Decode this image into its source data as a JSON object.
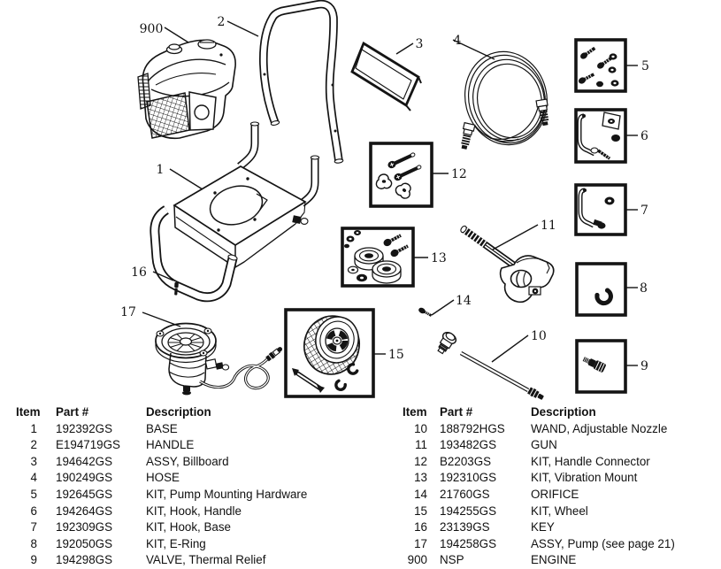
{
  "diagram": {
    "callouts": {
      "engine": "900",
      "base": "1",
      "handle": "2",
      "billboard": "3",
      "hose": "4",
      "pump_mount_kit": "5",
      "hook_handle_kit": "6",
      "hook_base_kit": "7",
      "ering_kit": "8",
      "thermal_valve": "9",
      "wand": "10",
      "gun": "11",
      "handle_connector_kit": "12",
      "vibration_mount_kit": "13",
      "orifice": "14",
      "wheel_kit": "15",
      "key": "16",
      "pump": "17"
    }
  },
  "parts_tables": {
    "headers": {
      "item": "Item",
      "part": "Part #",
      "description": "Description"
    },
    "left_rows": [
      {
        "item": "1",
        "part": "192392GS",
        "description": "BASE"
      },
      {
        "item": "2",
        "part": "E194719GS",
        "description": "HANDLE"
      },
      {
        "item": "3",
        "part": "194642GS",
        "description": "ASSY, Billboard"
      },
      {
        "item": "4",
        "part": "190249GS",
        "description": "HOSE"
      },
      {
        "item": "5",
        "part": "192645GS",
        "description": "KIT, Pump Mounting Hardware"
      },
      {
        "item": "6",
        "part": "194264GS",
        "description": "KIT, Hook, Handle"
      },
      {
        "item": "7",
        "part": "192309GS",
        "description": "KIT, Hook, Base"
      },
      {
        "item": "8",
        "part": "192050GS",
        "description": "KIT, E-Ring"
      },
      {
        "item": "9",
        "part": "194298GS",
        "description": "VALVE, Thermal Relief"
      }
    ],
    "right_rows": [
      {
        "item": "10",
        "part": "188792HGS",
        "description": "WAND, Adjustable Nozzle"
      },
      {
        "item": "11",
        "part": "193482GS",
        "description": "GUN"
      },
      {
        "item": "12",
        "part": "B2203GS",
        "description": "KIT, Handle Connector"
      },
      {
        "item": "13",
        "part": "192310GS",
        "description": "KIT, Vibration Mount"
      },
      {
        "item": "14",
        "part": "21760GS",
        "description": "ORIFICE"
      },
      {
        "item": "15",
        "part": "194255GS",
        "description": "KIT, Wheel"
      },
      {
        "item": "16",
        "part": "23139GS",
        "description": "KEY"
      },
      {
        "item": "17",
        "part": "194258GS",
        "description": "ASSY, Pump (see page 21)"
      },
      {
        "item": "900",
        "part": "NSP",
        "description": "ENGINE"
      }
    ]
  },
  "colors": {
    "ink": "#141414",
    "background": "#ffffff"
  }
}
